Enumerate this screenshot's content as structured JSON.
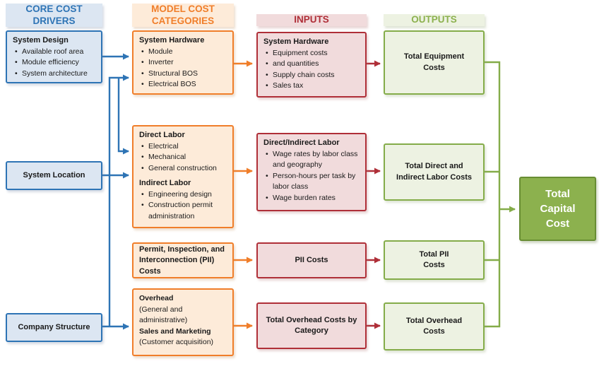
{
  "headers": {
    "drivers": {
      "line1": "CORE COST",
      "line2": "DRIVERS"
    },
    "categories": {
      "line1": "MODEL COST",
      "line2": "CATEGORIES"
    },
    "inputs": {
      "line1": "INPUTS"
    },
    "outputs": {
      "line1": "OUTPUTS"
    }
  },
  "drivers": {
    "system_design": {
      "title": "System Design",
      "bullets": [
        "Available roof area",
        "Module efficiency",
        "System architecture"
      ]
    },
    "system_location": {
      "title": "System Location"
    },
    "company_structure": {
      "title": "Company Structure"
    }
  },
  "categories": {
    "system_hardware": {
      "title": "System Hardware",
      "bullets": [
        "Module",
        "Inverter",
        "Structural BOS",
        "Electrical BOS"
      ]
    },
    "labor": {
      "direct_title": "Direct Labor",
      "direct_bullets": [
        "Electrical",
        "Mechanical",
        "General construction"
      ],
      "indirect_title": "Indirect Labor",
      "indirect_bullets": [
        "Engineering design",
        "Construction permit administration"
      ]
    },
    "pii": {
      "title": "Permit, Inspection, and Interconnection (PII) Costs"
    },
    "overhead": {
      "line1": "Overhead",
      "line2": "(General and administrative)",
      "line3": "Sales and Marketing",
      "line4": "(Customer acquisition)"
    }
  },
  "inputs": {
    "system_hardware": {
      "title": "System Hardware",
      "bullets": [
        "Equipment costs",
        "and quantities",
        "Supply chain costs",
        "Sales tax"
      ]
    },
    "labor": {
      "title": "Direct/Indirect Labor",
      "bullets": [
        "Wage rates by labor class and geography",
        "Person-hours per task by labor class",
        "Wage burden rates"
      ]
    },
    "pii": {
      "title": "PII Costs"
    },
    "overhead": {
      "title": "Total Overhead Costs by Category"
    }
  },
  "outputs": {
    "equipment": "Total Equipment Costs",
    "labor": "Total Direct and Indirect Labor Costs",
    "pii": "Total PII Costs",
    "overhead": "Total Overhead Costs"
  },
  "total": {
    "title": "Total Capital Cost"
  },
  "colors": {
    "driver_accent": "#2E74B5",
    "driver_fill": "#DCE6F2",
    "category_accent": "#F07E2A",
    "category_fill": "#FDEBD9",
    "input_accent": "#AF2F38",
    "input_fill": "#F1DBDC",
    "output_accent": "#84AC49",
    "output_fill": "#EDF2E2",
    "total_fill": "#8CB14E",
    "total_border": "#688D33",
    "outputs_header": "#8CB14E"
  }
}
